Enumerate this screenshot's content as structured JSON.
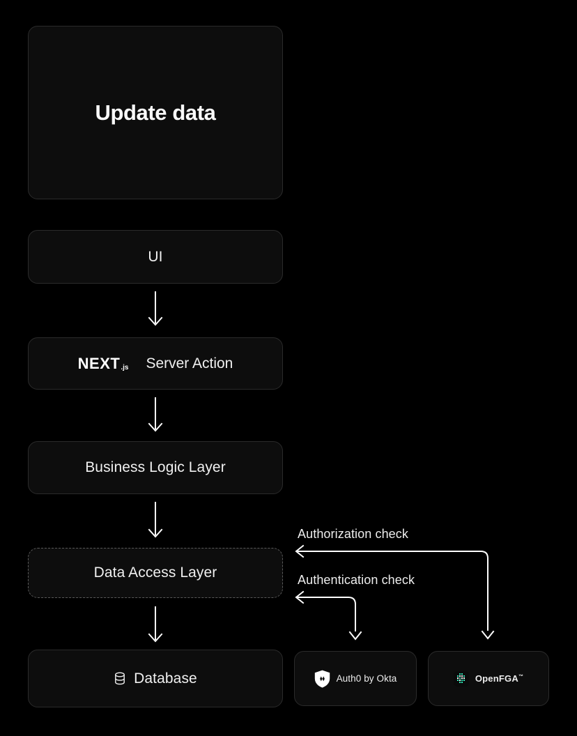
{
  "page": {
    "title": "Update data",
    "background_color": "#000000",
    "node_fill": "#0d0d0d",
    "node_border": "#2b2b2b",
    "dashed_border": "#5a5a5a",
    "arrow_color": "#ffffff",
    "text_color": "#f0f0f0",
    "accent_color": "#2ee6b6"
  },
  "flow": {
    "nodes": [
      {
        "id": "ui",
        "label": "UI",
        "style": "solid"
      },
      {
        "id": "server",
        "label": "Server Action",
        "style": "solid",
        "logo": "nextjs-logo"
      },
      {
        "id": "business",
        "label": "Business Logic Layer",
        "style": "solid"
      },
      {
        "id": "dal",
        "label": "Data Access Layer",
        "style": "dashed"
      },
      {
        "id": "database",
        "label": "Database",
        "style": "solid",
        "icon": "database-icon"
      }
    ],
    "nextjs": {
      "word": "NEXT",
      "suffix": ".js"
    }
  },
  "services": [
    {
      "id": "auth0",
      "label": "Auth0 by Okta",
      "icon": "auth0-shield-icon"
    },
    {
      "id": "openfga",
      "label": "OpenFGA",
      "trademark": "™",
      "icon": "openfga-matrix-icon"
    }
  ],
  "edges": [
    {
      "id": "authorization",
      "label": "Authorization check"
    },
    {
      "id": "authentication",
      "label": "Authentication check"
    }
  ]
}
